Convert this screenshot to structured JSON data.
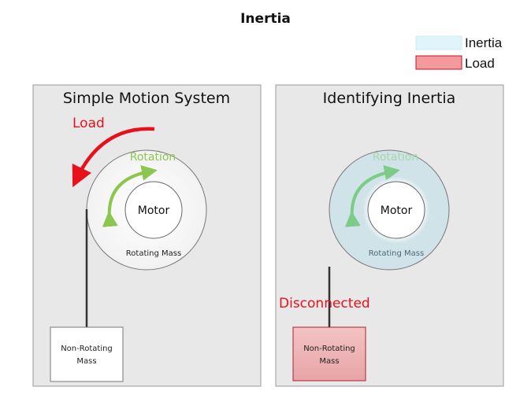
{
  "title": "Inertia",
  "legend": {
    "items": [
      {
        "label": "Inertia",
        "color": "#dff5fb"
      },
      {
        "label": "Load",
        "color": "#f29a9c"
      }
    ]
  },
  "panels": [
    {
      "title": "Simple Motion System",
      "load_label": "Load",
      "rotation_label": "Rotation",
      "motor_label": "Motor",
      "rotating_mass_label": "Rotating Mass",
      "non_rotating_mass_line1": "Non-Rotating",
      "non_rotating_mass_line2": "Mass"
    },
    {
      "title": "Identifying Inertia",
      "disconnected_label": "Disconnected",
      "rotation_label": "Rotation",
      "motor_label": "Motor",
      "rotating_mass_label": "Rotating Mass",
      "non_rotating_mass_line1": "Non-Rotating",
      "non_rotating_mass_line2": "Mass"
    }
  ],
  "colors": {
    "load_red": "#e8101a",
    "rotation_green": "#8cc64f",
    "inertia_blue": "#cfe3e8",
    "panel_bg": "#e8e8e8"
  }
}
